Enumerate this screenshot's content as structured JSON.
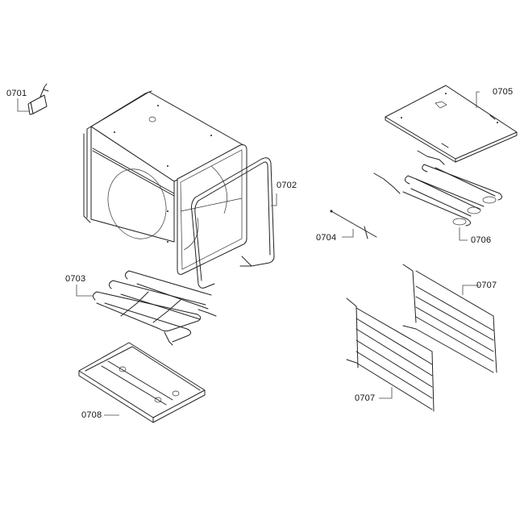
{
  "diagram": {
    "type": "exploded-parts-diagram",
    "subject": "oven cavity and heating elements",
    "colors": {
      "line": "#222222",
      "background": "#ffffff"
    },
    "parts": [
      {
        "id": "0701",
        "label": "0701",
        "description": "thermostat / sensor clip"
      },
      {
        "id": "0702",
        "label": "0702",
        "description": "door seal gasket"
      },
      {
        "id": "0703",
        "label": "0703",
        "description": "bottom heating element"
      },
      {
        "id": "0704",
        "label": "0704",
        "description": "temperature probe"
      },
      {
        "id": "0705",
        "label": "0705",
        "description": "top cover plate"
      },
      {
        "id": "0706",
        "label": "0706",
        "description": "top heating element"
      },
      {
        "id": "0707a",
        "label": "0707",
        "description": "side rack (right)"
      },
      {
        "id": "0707b",
        "label": "0707",
        "description": "side rack (left)"
      },
      {
        "id": "0708",
        "label": "0708",
        "description": "bottom plate"
      }
    ]
  }
}
